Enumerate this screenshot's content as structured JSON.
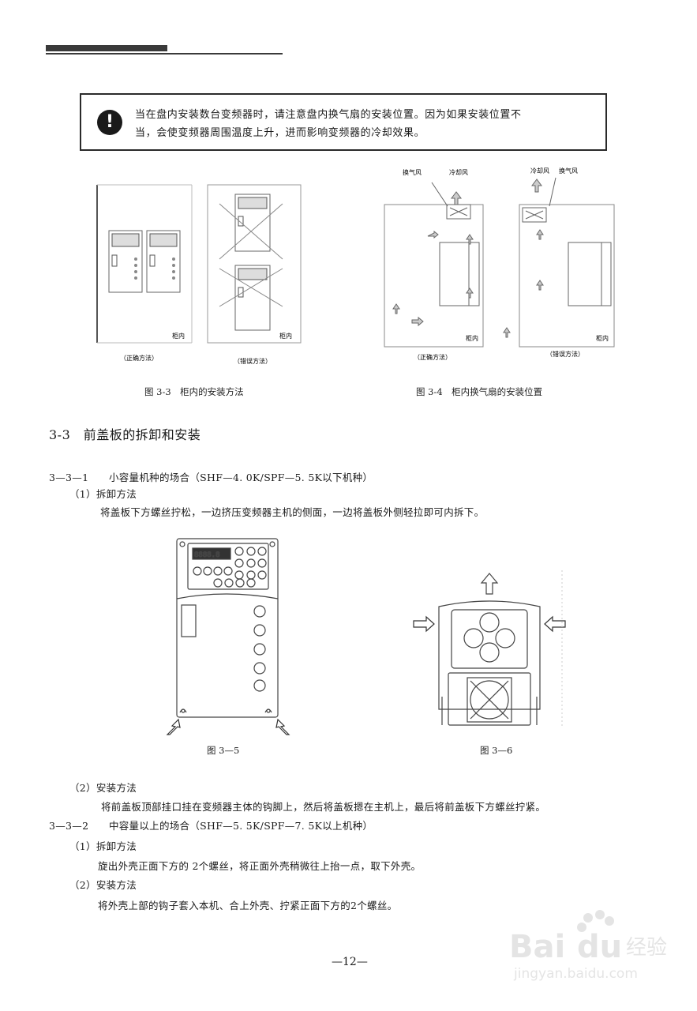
{
  "warning": {
    "icon": "exclamation-icon",
    "line1": "当在盘内安装数台变频器时，请注意盘内换气扇的安装位置。因为如果安装位置不",
    "line2": "当，会使变频器周围温度上升，进而影响变频器的冷却效果。"
  },
  "fig3_3": {
    "caption": "图 3-3　柜内的安装方法",
    "panel1_tag": "柜内",
    "panel2_tag": "柜内",
    "label_correct": "（正确方法）",
    "label_wrong": "（错误方法）"
  },
  "fig3_4": {
    "caption": "图 3-4　柜内换气扇的安装位置",
    "left_fan": "换气风",
    "left_cool": "冷却风",
    "right_cool": "冷却风",
    "right_fan": "换气风",
    "panel1_tag": "柜内",
    "panel2_tag": "柜内",
    "label_correct": "（正确方法）",
    "label_wrong": "（错误方法）"
  },
  "section": {
    "title": "3-3　前盖板的拆卸和安装",
    "sub1": "3—3—1　　小容量机种的场合（SHF—4. 0K/SPF—5. 5K以下机种）",
    "sub1_item1": "（1）拆卸方法",
    "sub1_item1_text": "将盖板下方螺丝拧松，一边挤压变频器主机的侧面，一边将盖板外侧轻拉即可内拆下。",
    "fig3_5_caption": "图 3—5",
    "fig3_6_caption": "图 3—6",
    "sub1_item2": "（2）安装方法",
    "sub1_item2_text": "将前盖板顶部挂口挂在变频器主体的钩脚上，然后将盖板摁在主机上，最后将前盖板下方螺丝拧紧。",
    "sub2": "3—3—2　　中容量以上的场合（SHF—5. 5K/SPF—7. 5K以上机种）",
    "sub2_item1": "（1）拆卸方法",
    "sub2_item1_text": "旋出外壳正面下方的 2个螺丝，将正面外壳稍微往上抬一点，取下外壳。",
    "sub2_item2": "（2）安装方法",
    "sub2_item2_text": "将外壳上部的钩子套入本机、合上外壳、拧紧正面下方的2个螺丝。"
  },
  "page_number": "—12—",
  "watermark": {
    "brand": "Bai",
    "brand2": "du",
    "cn": "经验",
    "url": "jingyan.baidu.com"
  }
}
